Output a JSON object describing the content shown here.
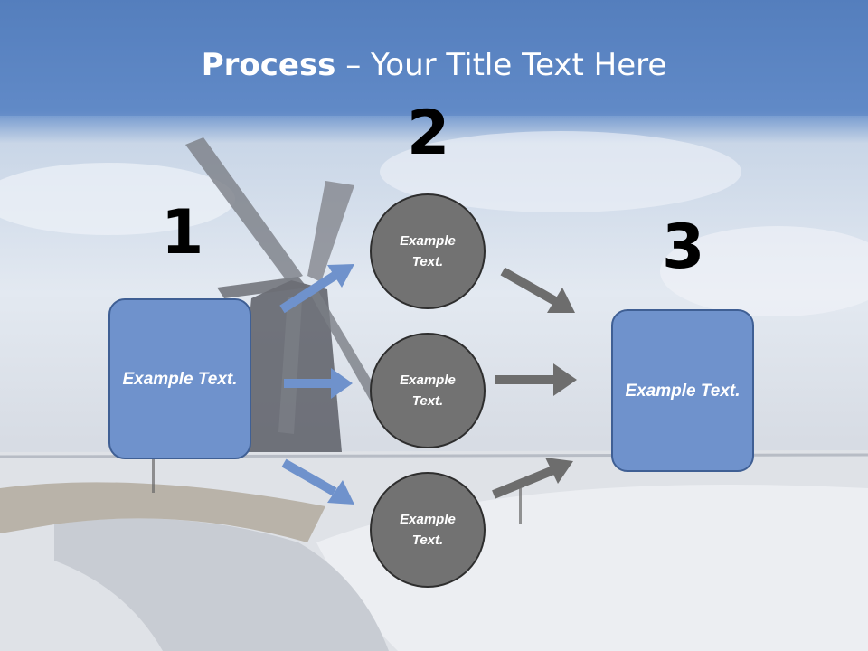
{
  "title": {
    "bold": "Process",
    "rest": " – Your Title Text Here"
  },
  "steps": [
    {
      "number": "1",
      "text": "Example Text."
    },
    {
      "number": "2",
      "items": [
        "Example Text.",
        "Example Text.",
        "Example Text."
      ]
    },
    {
      "number": "3",
      "text": "Example Text."
    }
  ],
  "colors": {
    "box": "#6f92cc",
    "circle": "#727272",
    "blue_arrow": "#6f92cc",
    "gray_arrow": "#6d6d6d",
    "header": "#5a84c2"
  }
}
